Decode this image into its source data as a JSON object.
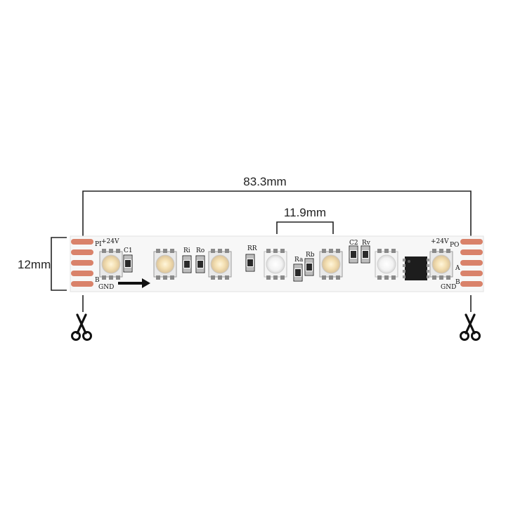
{
  "dimensions": {
    "total_length": "83.3mm",
    "led_pitch": "11.9mm",
    "strip_width": "12mm"
  },
  "silkscreen": {
    "left_p": "PI",
    "left_v": "+24V",
    "left_b": "B",
    "left_gnd": "GND",
    "c1": "C1",
    "ri": "Ri",
    "ro": "Ro",
    "rr": "RR",
    "ra": "Ra",
    "rb": "Rb",
    "c2": "C2",
    "rv": "Rv",
    "right_v": "+24V",
    "right_p": "PO",
    "right_a": "A",
    "right_b": "B",
    "right_gnd": "GND"
  },
  "icons": {
    "cut_left": "scissors-icon",
    "cut_right": "scissors-icon",
    "direction": "arrow-right-icon"
  },
  "colors": {
    "pcb": "#f7f7f7",
    "pad": "#d9826a",
    "dimension_line": "#222222"
  }
}
